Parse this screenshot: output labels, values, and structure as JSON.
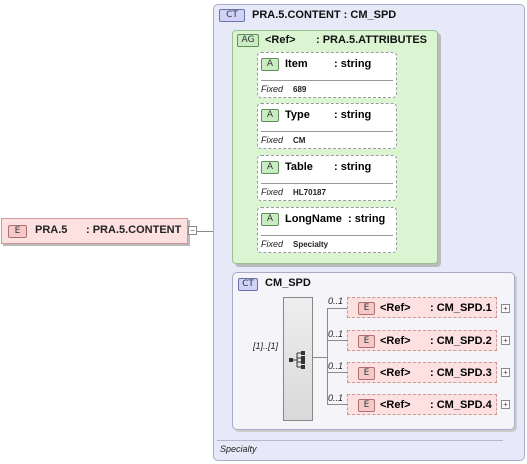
{
  "root": {
    "badge": "E",
    "name": "PRA.5",
    "type": ": PRA.5.CONTENT"
  },
  "content_type": {
    "badge": "CT",
    "title": "PRA.5.CONTENT : CM_SPD",
    "footer": "Specialty"
  },
  "attribute_group": {
    "badge": "AG",
    "ref": "<Ref>",
    "name": ": PRA.5.ATTRIBUTES"
  },
  "attributes": [
    {
      "badge": "A",
      "name": "Item",
      "type": ": string",
      "fixed_label": "Fixed",
      "fixed_value": "689"
    },
    {
      "badge": "A",
      "name": "Type",
      "type": ": string",
      "fixed_label": "Fixed",
      "fixed_value": "CM"
    },
    {
      "badge": "A",
      "name": "Table",
      "type": ": string",
      "fixed_label": "Fixed",
      "fixed_value": "HL70187"
    },
    {
      "badge": "A",
      "name": "LongName",
      "type": ": string",
      "fixed_label": "Fixed",
      "fixed_value": "Specialty"
    }
  ],
  "inner_type": {
    "badge": "CT",
    "name": "CM_SPD"
  },
  "sequence": {
    "cardinality": "[1]..[1]"
  },
  "children": [
    {
      "badge": "E",
      "ref": "<Ref>",
      "name": ": CM_SPD.1",
      "cardinality": "0..1"
    },
    {
      "badge": "E",
      "ref": "<Ref>",
      "name": ": CM_SPD.2",
      "cardinality": "0..1"
    },
    {
      "badge": "E",
      "ref": "<Ref>",
      "name": ": CM_SPD.3",
      "cardinality": "0..1"
    },
    {
      "badge": "E",
      "ref": "<Ref>",
      "name": ": CM_SPD.4",
      "cardinality": "0..1"
    }
  ]
}
